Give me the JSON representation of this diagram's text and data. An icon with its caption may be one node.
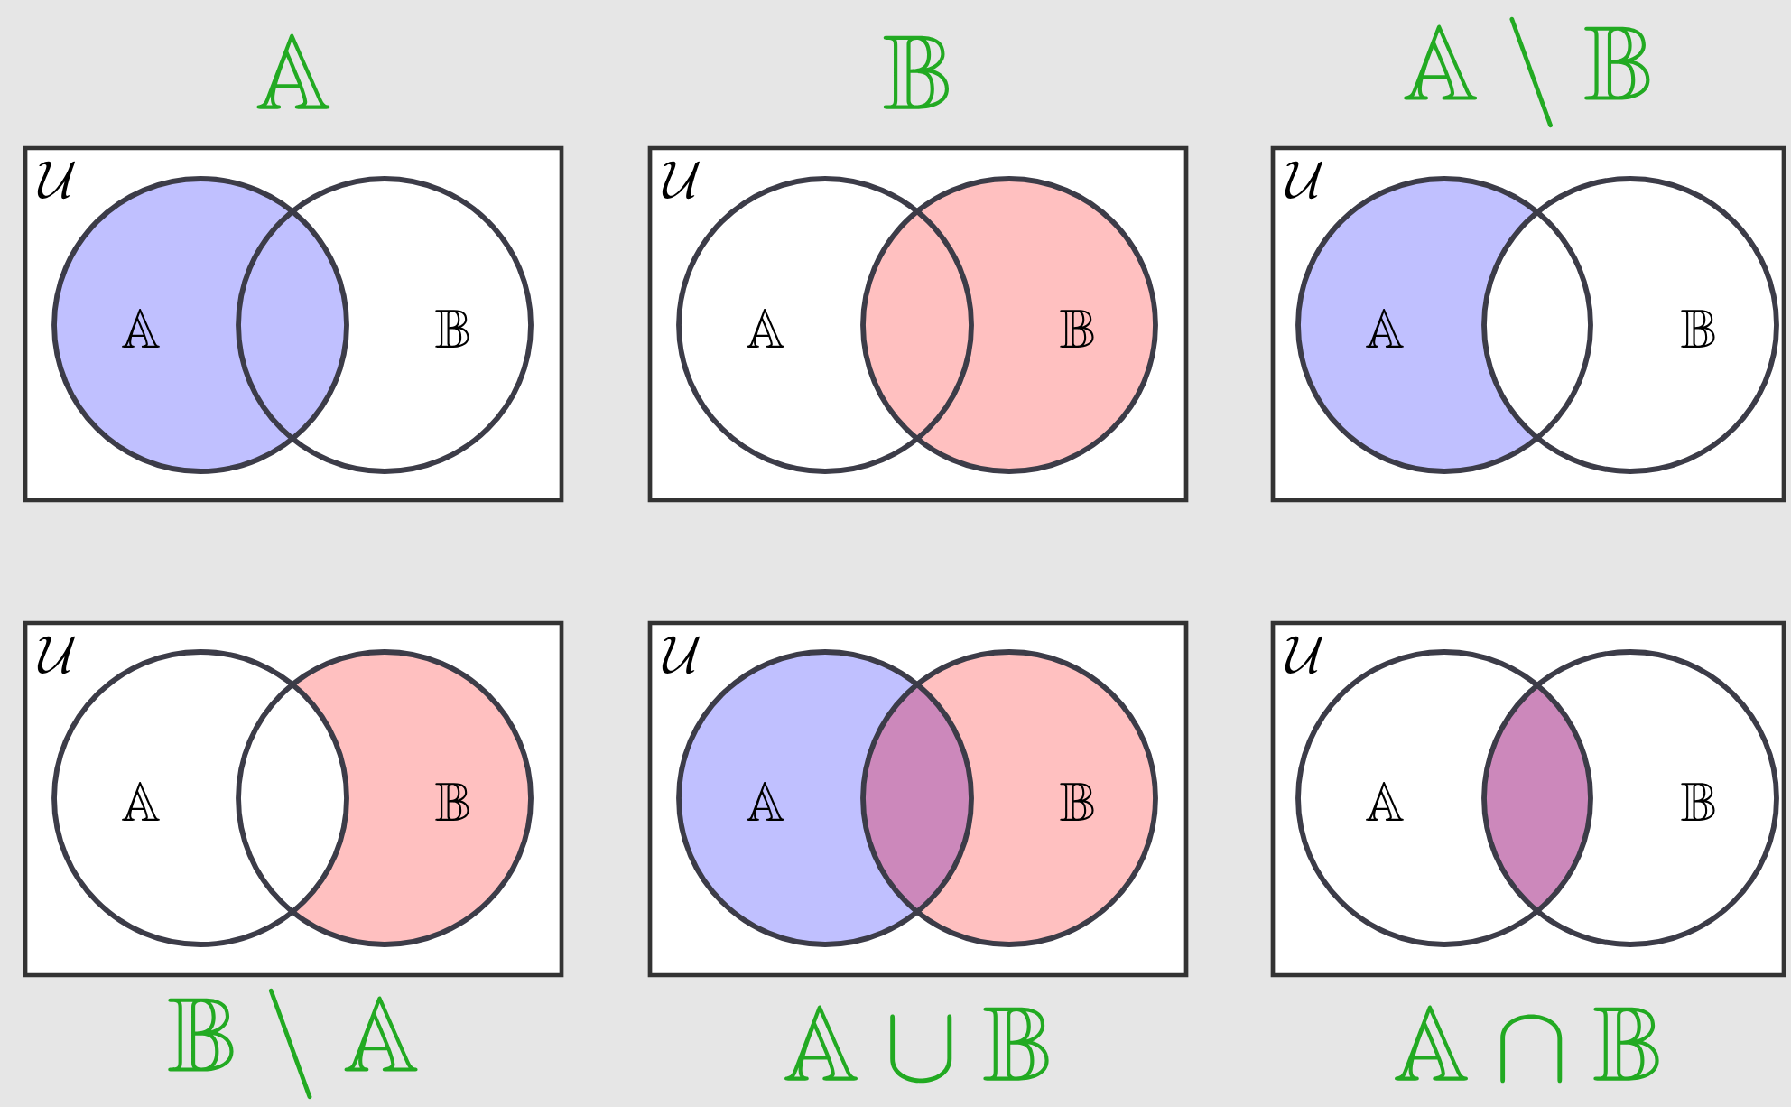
{
  "diagram": {
    "nodes": [
      {
        "text": [
          "\\mathbb{A}",
          "\\mathcal{U}"
        ]
      },
      {
        "text": [
          "\\mathbb{A}"
        ],
        "in": 0
      },
      {
        "text": [
          "\\mathbb{B}"
        ],
        "in": 0
      },
      {
        "text": [
          "\\mathbb{B}",
          "\\mathcal{U}"
        ]
      },
      {
        "text": [
          "\\mathbb{A}"
        ],
        "in": 3
      },
      {
        "text": [
          "\\mathbb{B}"
        ],
        "in": 3
      },
      {
        "text": [
          "\\mathbb{A} \\setminus \\mathbb{B}",
          "\\mathcal{U}"
        ]
      },
      {
        "text": [
          "\\mathbb{A}"
        ],
        "in": 6
      },
      {
        "text": [
          "\\mathbb{B}"
        ],
        "in": 6
      },
      {
        "text": [
          "\\mathbb{B} \\setminus \\mathbb{A}",
          "\\mathcal{U}"
        ]
      },
      {
        "text": [
          "\\mathbb{A}"
        ],
        "in": 9
      },
      {
        "text": [
          "\\mathbb{B}"
        ],
        "in": 9
      },
      {
        "text": [
          "\\mathbb{A} \\cup \\mathbb{B}",
          "\\mathcal{U}"
        ]
      },
      {
        "text": [
          "\\mathbb{A}"
        ],
        "in": 12
      },
      {
        "text": [
          "\\mathbb{B}"
        ],
        "in": 12
      },
      {
        "text": [
          "\\mathbb{A} \\cap \\mathbb{B}",
          "\\mathcal{U}"
        ]
      },
      {
        "text": [
          "\\mathbb{A}"
        ],
        "in": 15
      },
      {
        "text": [
          "\\mathbb{B}"
        ],
        "in": 15
      }
    ]
  }
}
